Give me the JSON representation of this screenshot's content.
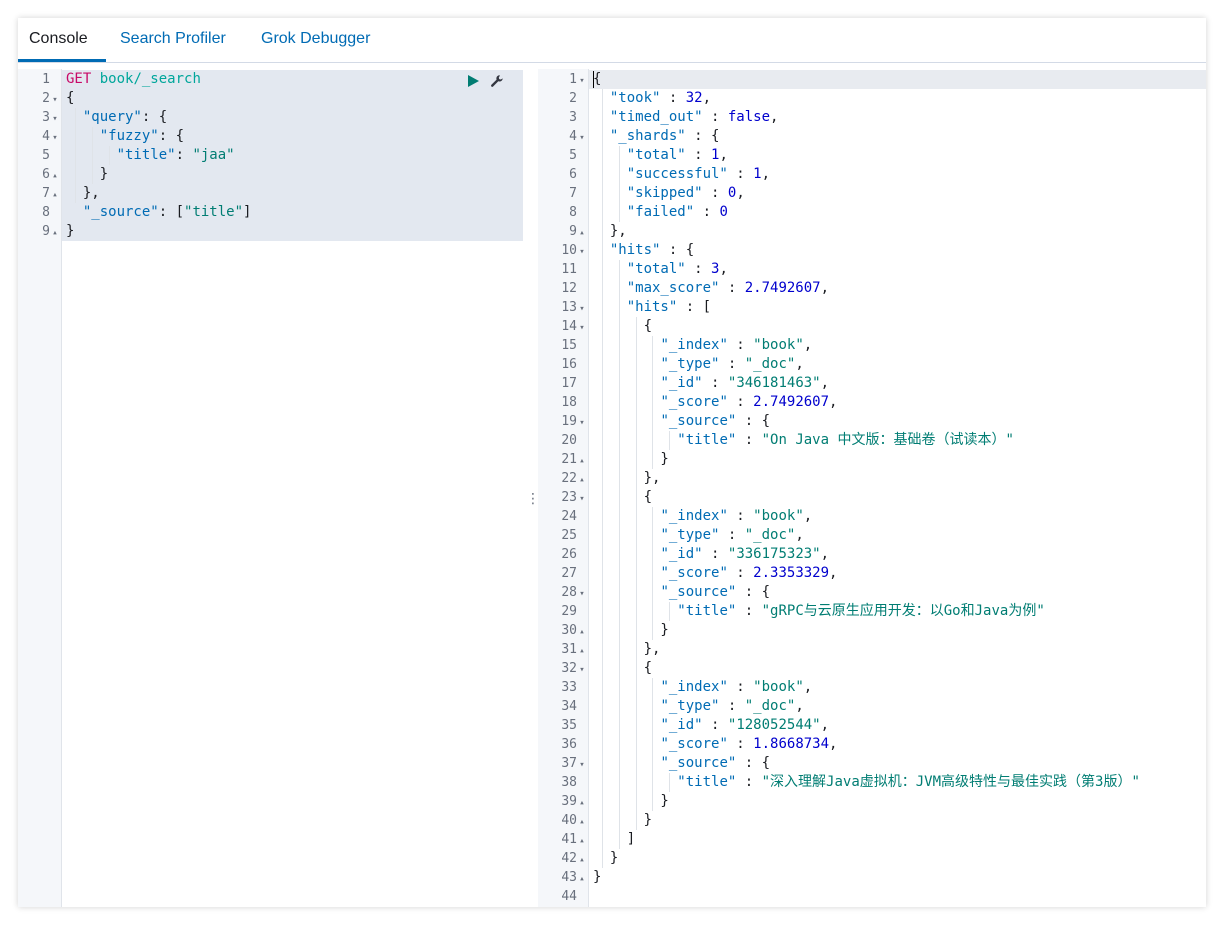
{
  "tabs": [
    {
      "label": "Console",
      "active": true
    },
    {
      "label": "Search Profiler",
      "active": false
    },
    {
      "label": "Grok Debugger",
      "active": false
    }
  ],
  "request": {
    "method": "GET",
    "url": "book/_search",
    "lines": [
      {
        "n": "1",
        "fold": "",
        "tokens": [
          [
            "method",
            "GET"
          ],
          [
            "p",
            " "
          ],
          [
            "url",
            "book/_search"
          ]
        ]
      },
      {
        "n": "2",
        "fold": "▾",
        "tokens": [
          [
            "p",
            "{"
          ]
        ]
      },
      {
        "n": "3",
        "fold": "▾",
        "tokens": [
          [
            "p",
            "  "
          ],
          [
            "key",
            "\"query\""
          ],
          [
            "p",
            ": {"
          ]
        ]
      },
      {
        "n": "4",
        "fold": "▾",
        "tokens": [
          [
            "p",
            "    "
          ],
          [
            "key",
            "\"fuzzy\""
          ],
          [
            "p",
            ": {"
          ]
        ]
      },
      {
        "n": "5",
        "fold": "",
        "tokens": [
          [
            "p",
            "      "
          ],
          [
            "key",
            "\"title\""
          ],
          [
            "p",
            ": "
          ],
          [
            "str",
            "\"jaa\""
          ]
        ]
      },
      {
        "n": "6",
        "fold": "▴",
        "tokens": [
          [
            "p",
            "    }"
          ]
        ]
      },
      {
        "n": "7",
        "fold": "▴",
        "tokens": [
          [
            "p",
            "  },"
          ]
        ]
      },
      {
        "n": "8",
        "fold": "",
        "tokens": [
          [
            "p",
            "  "
          ],
          [
            "key",
            "\"_source\""
          ],
          [
            "p",
            ": ["
          ],
          [
            "str",
            "\"title\""
          ],
          [
            "p",
            "]"
          ]
        ]
      },
      {
        "n": "9",
        "fold": "▴",
        "tokens": [
          [
            "p",
            "}"
          ]
        ]
      }
    ]
  },
  "response": {
    "lines": [
      {
        "n": "1",
        "fold": "▾",
        "tokens": [
          [
            "p",
            "{"
          ]
        ]
      },
      {
        "n": "2",
        "fold": "",
        "tokens": [
          [
            "p",
            "  "
          ],
          [
            "key",
            "\"took\""
          ],
          [
            "p",
            " : "
          ],
          [
            "num",
            "32"
          ],
          [
            "p",
            ","
          ]
        ]
      },
      {
        "n": "3",
        "fold": "",
        "tokens": [
          [
            "p",
            "  "
          ],
          [
            "key",
            "\"timed_out\""
          ],
          [
            "p",
            " : "
          ],
          [
            "bool",
            "false"
          ],
          [
            "p",
            ","
          ]
        ]
      },
      {
        "n": "4",
        "fold": "▾",
        "tokens": [
          [
            "p",
            "  "
          ],
          [
            "key",
            "\"_shards\""
          ],
          [
            "p",
            " : {"
          ]
        ]
      },
      {
        "n": "5",
        "fold": "",
        "tokens": [
          [
            "p",
            "    "
          ],
          [
            "key",
            "\"total\""
          ],
          [
            "p",
            " : "
          ],
          [
            "num",
            "1"
          ],
          [
            "p",
            ","
          ]
        ]
      },
      {
        "n": "6",
        "fold": "",
        "tokens": [
          [
            "p",
            "    "
          ],
          [
            "key",
            "\"successful\""
          ],
          [
            "p",
            " : "
          ],
          [
            "num",
            "1"
          ],
          [
            "p",
            ","
          ]
        ]
      },
      {
        "n": "7",
        "fold": "",
        "tokens": [
          [
            "p",
            "    "
          ],
          [
            "key",
            "\"skipped\""
          ],
          [
            "p",
            " : "
          ],
          [
            "num",
            "0"
          ],
          [
            "p",
            ","
          ]
        ]
      },
      {
        "n": "8",
        "fold": "",
        "tokens": [
          [
            "p",
            "    "
          ],
          [
            "key",
            "\"failed\""
          ],
          [
            "p",
            " : "
          ],
          [
            "num",
            "0"
          ]
        ]
      },
      {
        "n": "9",
        "fold": "▴",
        "tokens": [
          [
            "p",
            "  },"
          ]
        ]
      },
      {
        "n": "10",
        "fold": "▾",
        "tokens": [
          [
            "p",
            "  "
          ],
          [
            "key",
            "\"hits\""
          ],
          [
            "p",
            " : {"
          ]
        ]
      },
      {
        "n": "11",
        "fold": "",
        "tokens": [
          [
            "p",
            "    "
          ],
          [
            "key",
            "\"total\""
          ],
          [
            "p",
            " : "
          ],
          [
            "num",
            "3"
          ],
          [
            "p",
            ","
          ]
        ]
      },
      {
        "n": "12",
        "fold": "",
        "tokens": [
          [
            "p",
            "    "
          ],
          [
            "key",
            "\"max_score\""
          ],
          [
            "p",
            " : "
          ],
          [
            "num",
            "2.7492607"
          ],
          [
            "p",
            ","
          ]
        ]
      },
      {
        "n": "13",
        "fold": "▾",
        "tokens": [
          [
            "p",
            "    "
          ],
          [
            "key",
            "\"hits\""
          ],
          [
            "p",
            " : ["
          ]
        ]
      },
      {
        "n": "14",
        "fold": "▾",
        "tokens": [
          [
            "p",
            "      {"
          ]
        ]
      },
      {
        "n": "15",
        "fold": "",
        "tokens": [
          [
            "p",
            "        "
          ],
          [
            "key",
            "\"_index\""
          ],
          [
            "p",
            " : "
          ],
          [
            "str",
            "\"book\""
          ],
          [
            "p",
            ","
          ]
        ]
      },
      {
        "n": "16",
        "fold": "",
        "tokens": [
          [
            "p",
            "        "
          ],
          [
            "key",
            "\"_type\""
          ],
          [
            "p",
            " : "
          ],
          [
            "str",
            "\"_doc\""
          ],
          [
            "p",
            ","
          ]
        ]
      },
      {
        "n": "17",
        "fold": "",
        "tokens": [
          [
            "p",
            "        "
          ],
          [
            "key",
            "\"_id\""
          ],
          [
            "p",
            " : "
          ],
          [
            "str",
            "\"346181463\""
          ],
          [
            "p",
            ","
          ]
        ]
      },
      {
        "n": "18",
        "fold": "",
        "tokens": [
          [
            "p",
            "        "
          ],
          [
            "key",
            "\"_score\""
          ],
          [
            "p",
            " : "
          ],
          [
            "num",
            "2.7492607"
          ],
          [
            "p",
            ","
          ]
        ]
      },
      {
        "n": "19",
        "fold": "▾",
        "tokens": [
          [
            "p",
            "        "
          ],
          [
            "key",
            "\"_source\""
          ],
          [
            "p",
            " : {"
          ]
        ]
      },
      {
        "n": "20",
        "fold": "",
        "tokens": [
          [
            "p",
            "          "
          ],
          [
            "key",
            "\"title\""
          ],
          [
            "p",
            " : "
          ],
          [
            "str",
            "\"On Java 中文版：基础卷（试读本）\""
          ]
        ]
      },
      {
        "n": "21",
        "fold": "▴",
        "tokens": [
          [
            "p",
            "        }"
          ]
        ]
      },
      {
        "n": "22",
        "fold": "▴",
        "tokens": [
          [
            "p",
            "      },"
          ]
        ]
      },
      {
        "n": "23",
        "fold": "▾",
        "tokens": [
          [
            "p",
            "      {"
          ]
        ]
      },
      {
        "n": "24",
        "fold": "",
        "tokens": [
          [
            "p",
            "        "
          ],
          [
            "key",
            "\"_index\""
          ],
          [
            "p",
            " : "
          ],
          [
            "str",
            "\"book\""
          ],
          [
            "p",
            ","
          ]
        ]
      },
      {
        "n": "25",
        "fold": "",
        "tokens": [
          [
            "p",
            "        "
          ],
          [
            "key",
            "\"_type\""
          ],
          [
            "p",
            " : "
          ],
          [
            "str",
            "\"_doc\""
          ],
          [
            "p",
            ","
          ]
        ]
      },
      {
        "n": "26",
        "fold": "",
        "tokens": [
          [
            "p",
            "        "
          ],
          [
            "key",
            "\"_id\""
          ],
          [
            "p",
            " : "
          ],
          [
            "str",
            "\"336175323\""
          ],
          [
            "p",
            ","
          ]
        ]
      },
      {
        "n": "27",
        "fold": "",
        "tokens": [
          [
            "p",
            "        "
          ],
          [
            "key",
            "\"_score\""
          ],
          [
            "p",
            " : "
          ],
          [
            "num",
            "2.3353329"
          ],
          [
            "p",
            ","
          ]
        ]
      },
      {
        "n": "28",
        "fold": "▾",
        "tokens": [
          [
            "p",
            "        "
          ],
          [
            "key",
            "\"_source\""
          ],
          [
            "p",
            " : {"
          ]
        ]
      },
      {
        "n": "29",
        "fold": "",
        "tokens": [
          [
            "p",
            "          "
          ],
          [
            "key",
            "\"title\""
          ],
          [
            "p",
            " : "
          ],
          [
            "str",
            "\"gRPC与云原生应用开发：以Go和Java为例\""
          ]
        ]
      },
      {
        "n": "30",
        "fold": "▴",
        "tokens": [
          [
            "p",
            "        }"
          ]
        ]
      },
      {
        "n": "31",
        "fold": "▴",
        "tokens": [
          [
            "p",
            "      },"
          ]
        ]
      },
      {
        "n": "32",
        "fold": "▾",
        "tokens": [
          [
            "p",
            "      {"
          ]
        ]
      },
      {
        "n": "33",
        "fold": "",
        "tokens": [
          [
            "p",
            "        "
          ],
          [
            "key",
            "\"_index\""
          ],
          [
            "p",
            " : "
          ],
          [
            "str",
            "\"book\""
          ],
          [
            "p",
            ","
          ]
        ]
      },
      {
        "n": "34",
        "fold": "",
        "tokens": [
          [
            "p",
            "        "
          ],
          [
            "key",
            "\"_type\""
          ],
          [
            "p",
            " : "
          ],
          [
            "str",
            "\"_doc\""
          ],
          [
            "p",
            ","
          ]
        ]
      },
      {
        "n": "35",
        "fold": "",
        "tokens": [
          [
            "p",
            "        "
          ],
          [
            "key",
            "\"_id\""
          ],
          [
            "p",
            " : "
          ],
          [
            "str",
            "\"128052544\""
          ],
          [
            "p",
            ","
          ]
        ]
      },
      {
        "n": "36",
        "fold": "",
        "tokens": [
          [
            "p",
            "        "
          ],
          [
            "key",
            "\"_score\""
          ],
          [
            "p",
            " : "
          ],
          [
            "num",
            "1.8668734"
          ],
          [
            "p",
            ","
          ]
        ]
      },
      {
        "n": "37",
        "fold": "▾",
        "tokens": [
          [
            "p",
            "        "
          ],
          [
            "key",
            "\"_source\""
          ],
          [
            "p",
            " : {"
          ]
        ]
      },
      {
        "n": "38",
        "fold": "",
        "tokens": [
          [
            "p",
            "          "
          ],
          [
            "key",
            "\"title\""
          ],
          [
            "p",
            " : "
          ],
          [
            "str",
            "\"深入理解Java虚拟机：JVM高级特性与最佳实践（第3版）\""
          ]
        ]
      },
      {
        "n": "39",
        "fold": "▴",
        "tokens": [
          [
            "p",
            "        }"
          ]
        ]
      },
      {
        "n": "40",
        "fold": "▴",
        "tokens": [
          [
            "p",
            "      }"
          ]
        ]
      },
      {
        "n": "41",
        "fold": "▴",
        "tokens": [
          [
            "p",
            "    ]"
          ]
        ]
      },
      {
        "n": "42",
        "fold": "▴",
        "tokens": [
          [
            "p",
            "  }"
          ]
        ]
      },
      {
        "n": "43",
        "fold": "▴",
        "tokens": [
          [
            "p",
            "}"
          ]
        ]
      },
      {
        "n": "44",
        "fold": "",
        "tokens": []
      }
    ]
  },
  "icons": {
    "run": "play-icon",
    "settings": "wrench-icon",
    "resize": "vertical-ellipsis-icon"
  },
  "colors": {
    "accent": "#006bb4",
    "method": "#c80a68",
    "url": "#00a69b",
    "string": "#017d73",
    "number": "#0000cd"
  }
}
